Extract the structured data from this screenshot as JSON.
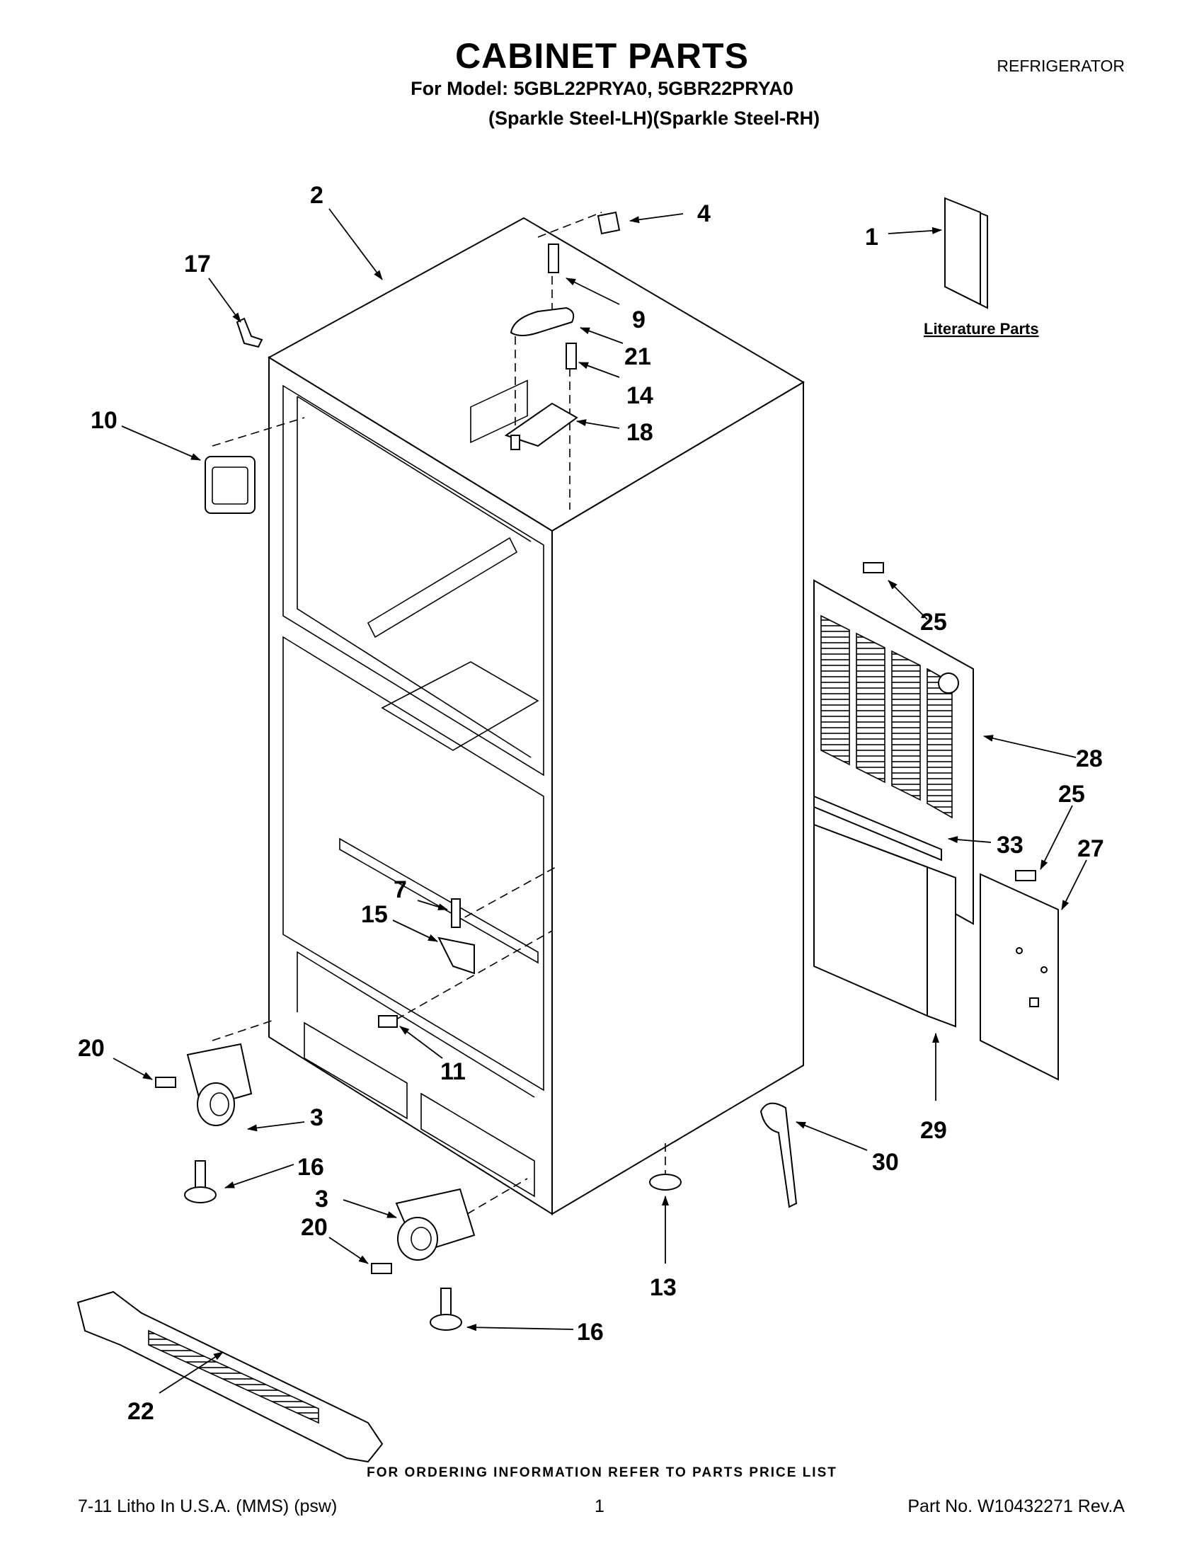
{
  "header": {
    "title": "CABINET PARTS",
    "model_line": "For Model: 5GBL22PRYA0, 5GBR22PRYA0",
    "variant_line": "(Sparkle Steel-LH)(Sparkle Steel-RH)",
    "category": "REFRIGERATOR"
  },
  "literature": {
    "label": "Literature Parts"
  },
  "callouts": {
    "c1": "1",
    "c2": "2",
    "c3a": "3",
    "c3b": "3",
    "c4": "4",
    "c7": "7",
    "c9": "9",
    "c10": "10",
    "c11": "11",
    "c13": "13",
    "c14": "14",
    "c15": "15",
    "c16a": "16",
    "c16b": "16",
    "c17": "17",
    "c18": "18",
    "c20a": "20",
    "c20b": "20",
    "c21": "21",
    "c22": "22",
    "c25a": "25",
    "c25b": "25",
    "c27": "27",
    "c28": "28",
    "c29": "29",
    "c30": "30",
    "c33": "33"
  },
  "footer": {
    "ordering_note": "FOR ORDERING INFORMATION REFER TO PARTS PRICE LIST",
    "litho": "7-11 Litho In U.S.A. (MMS) (psw)",
    "page": "1",
    "part_no": "Part No. W10432271 Rev.A"
  }
}
